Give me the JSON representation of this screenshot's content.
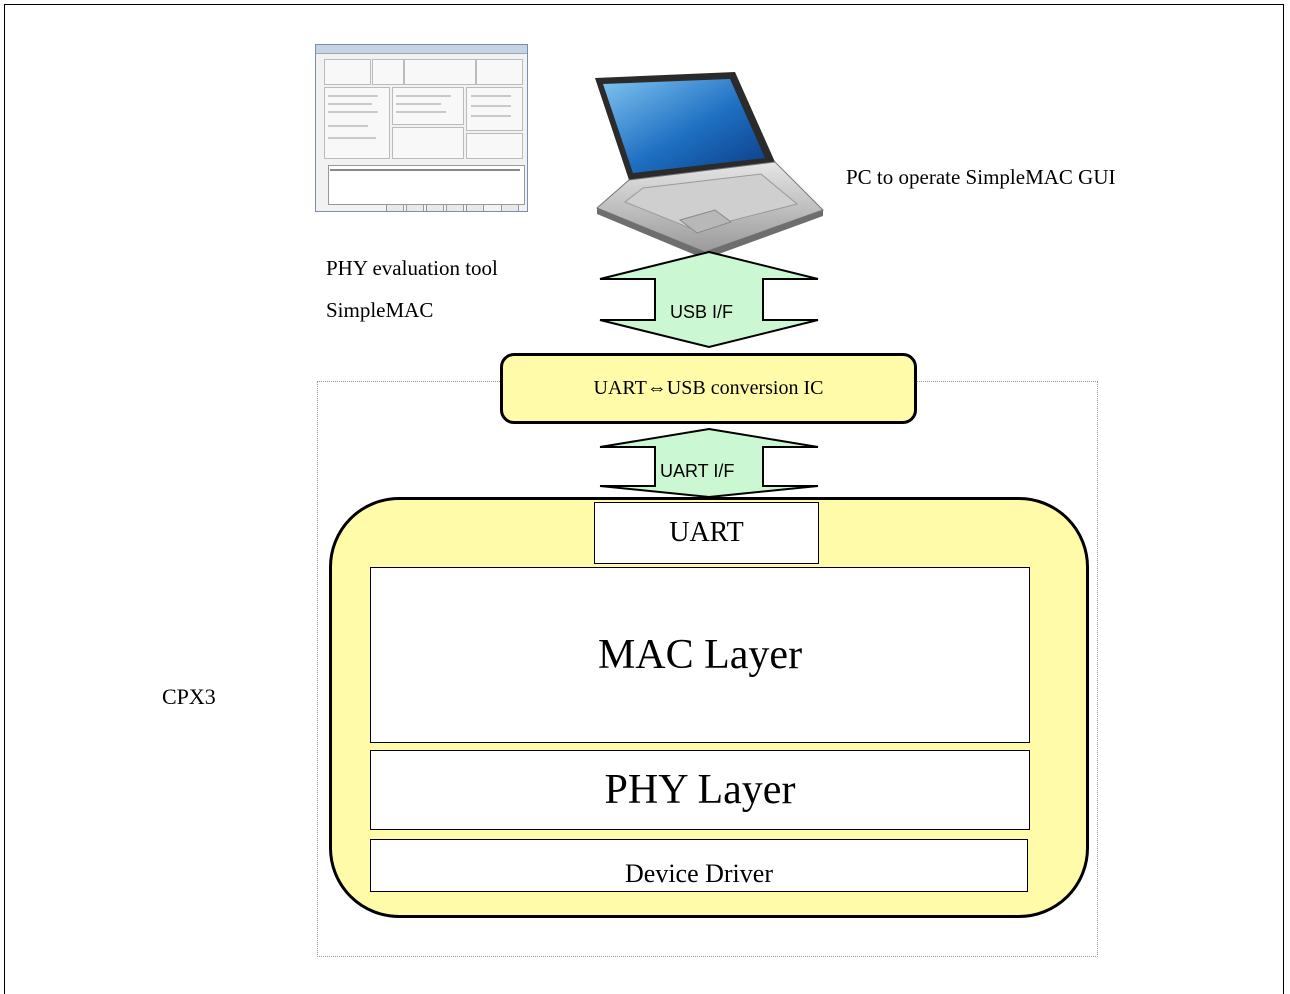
{
  "labels": {
    "pc": "PC to operate SimpleMAC GUI",
    "tool_line1": "PHY evaluation tool",
    "tool_line2": "SimpleMAC",
    "cpx3": "CPX3"
  },
  "interfaces": {
    "usb": "USB I/F",
    "uart": "UART I/F"
  },
  "converter": "UART⇔USB conversion IC",
  "layers": {
    "uart": "UART",
    "mac": "MAC Layer",
    "phy": "PHY Layer",
    "driver": "Device Driver"
  },
  "colors": {
    "block_fill": "#fffba8",
    "arrow_fill": "#ccf7d3"
  },
  "icons": {
    "pc": "laptop-icon",
    "gui": "simplemac-gui-screenshot"
  }
}
